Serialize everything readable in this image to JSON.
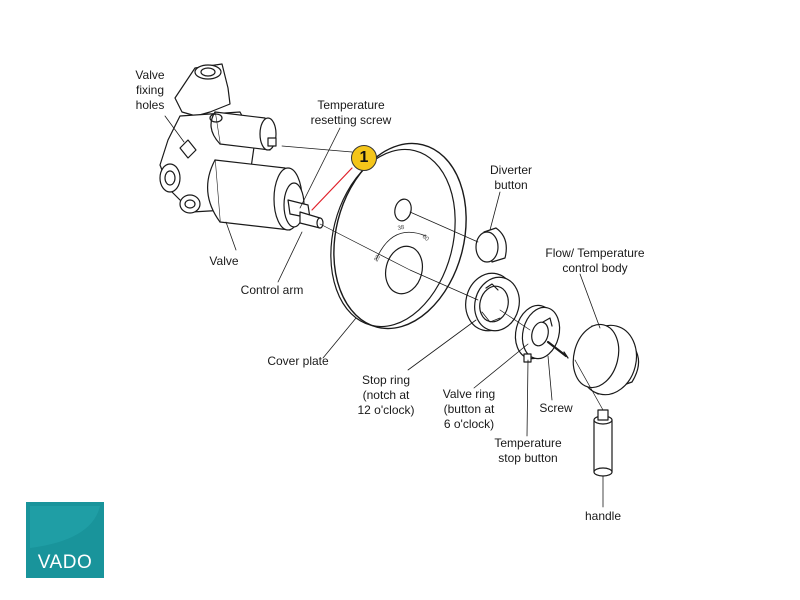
{
  "labels": {
    "valve_fixing_holes": "Valve\nfixing\nholes",
    "temperature_resetting_screw": "Temperature\nresetting screw",
    "diverter_button": "Diverter\nbutton",
    "flow_temperature_control_body": "Flow/ Temperature\ncontrol body",
    "valve": "Valve",
    "control_arm": "Control arm",
    "cover_plate": "Cover plate",
    "stop_ring": "Stop ring\n(notch at\n12 o'clock)",
    "valve_ring": "Valve ring\n(button at\n6 o'clock)",
    "screw": "Screw",
    "temperature_stop_button": "Temperature\nstop button",
    "handle": "handle"
  },
  "callout": {
    "number": "1",
    "color": "#f4c51a"
  },
  "dial_marks": [
    "20",
    "38",
    "60"
  ],
  "logo": {
    "text": "VADO",
    "color": "#19949b"
  }
}
